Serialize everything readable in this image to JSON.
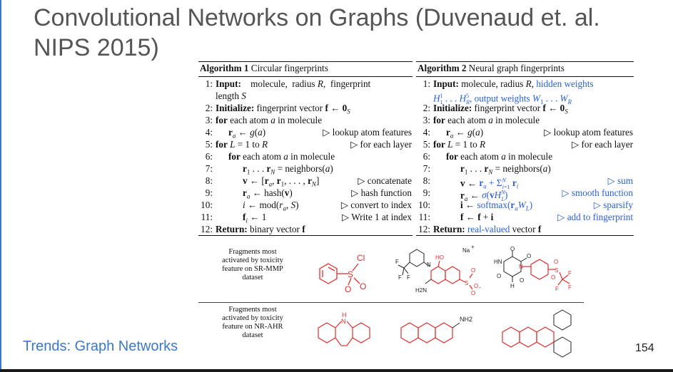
{
  "slide": {
    "title": "Convolutional Networks on Graphs (Duvenaud et. al. NIPS 2015)",
    "footer": "Trends: Graph Networks",
    "page_number": "154",
    "accent_color": "#3c78c8"
  },
  "algo1": {
    "label": "Algorithm 1",
    "name": "Circular fingerprints",
    "lines": [
      {
        "n": "1:",
        "text": "Input: molecule, radius R, fingerprint",
        "comment": ""
      },
      {
        "n": "",
        "text": "length S",
        "comment": ""
      },
      {
        "n": "2:",
        "text": "Initialize: fingerprint vector f ← 0S",
        "comment": ""
      },
      {
        "n": "3:",
        "text": "for each atom a in molecule",
        "comment": ""
      },
      {
        "n": "4:",
        "text": "ra ← g(a)",
        "comment": "▷ lookup atom features"
      },
      {
        "n": "5:",
        "text": "for L = 1 to R",
        "comment": "▷ for each layer"
      },
      {
        "n": "6:",
        "text": "for each atom a in molecule",
        "comment": ""
      },
      {
        "n": "7:",
        "text": "r1 . . . rN = neighbors(a)",
        "comment": ""
      },
      {
        "n": "8:",
        "text": "v ← [ra, r1, . . . , rN]",
        "comment": "▷ concatenate"
      },
      {
        "n": "9:",
        "text": "ra ← hash(v)",
        "comment": "▷ hash function"
      },
      {
        "n": "10:",
        "text": "i ← mod(ra, S)",
        "comment": "▷ convert to index"
      },
      {
        "n": "11:",
        "text": "fi ← 1",
        "comment": "▷ Write 1 at index"
      },
      {
        "n": "12:",
        "text": "Return: binary vector f",
        "comment": ""
      }
    ]
  },
  "algo2": {
    "label": "Algorithm 2",
    "name": "Neural graph fingerprints",
    "lines": [
      {
        "n": "1:",
        "text": "Input: molecule, radius R, hidden weights",
        "comment": ""
      },
      {
        "n": "",
        "text": "H11 . . . H5R, output weights W1 . . . WR",
        "comment": ""
      },
      {
        "n": "2:",
        "text": "Initialize: fingerprint vector f ← 0S",
        "comment": ""
      },
      {
        "n": "3:",
        "text": "for each atom a in molecule",
        "comment": ""
      },
      {
        "n": "4:",
        "text": "ra ← g(a)",
        "comment": "▷ lookup atom features"
      },
      {
        "n": "5:",
        "text": "for L = 1 to R",
        "comment": "▷ for each layer"
      },
      {
        "n": "6:",
        "text": "for each atom a in molecule",
        "comment": ""
      },
      {
        "n": "7:",
        "text": "r1 . . . rN = neighbors(a)",
        "comment": ""
      },
      {
        "n": "8:",
        "text": "v ← ra + ΣNi=1 ri",
        "comment": "▷ sum"
      },
      {
        "n": "9:",
        "text": "ra ← σ(vHNL)",
        "comment": "▷ smooth function"
      },
      {
        "n": "10:",
        "text": "i ← softmax(raWL)",
        "comment": "▷ sparsify"
      },
      {
        "n": "11:",
        "text": "f ← f + i",
        "comment": "▷ add to fingerprint"
      },
      {
        "n": "12:",
        "text": "Return: real-valued vector f",
        "comment": ""
      }
    ]
  },
  "fragments": [
    {
      "label": "Fragments most activated by toxicity feature on SR-MMP dataset"
    },
    {
      "label": "Fragments most activated by toxicity feature on NR-AHR dataset"
    }
  ],
  "molecule_labels": {
    "cl": "Cl",
    "s": "S",
    "o": "O",
    "na": "Na",
    "ho": "HO",
    "n": "N",
    "f": "F",
    "hn": "HN",
    "h2n": "H2N",
    "nh2": "NH2",
    "h": "H",
    "minus": "-",
    "plus": "+"
  },
  "colors": {
    "highlight": "#e03030",
    "blue_text": "#2a5fd0"
  }
}
